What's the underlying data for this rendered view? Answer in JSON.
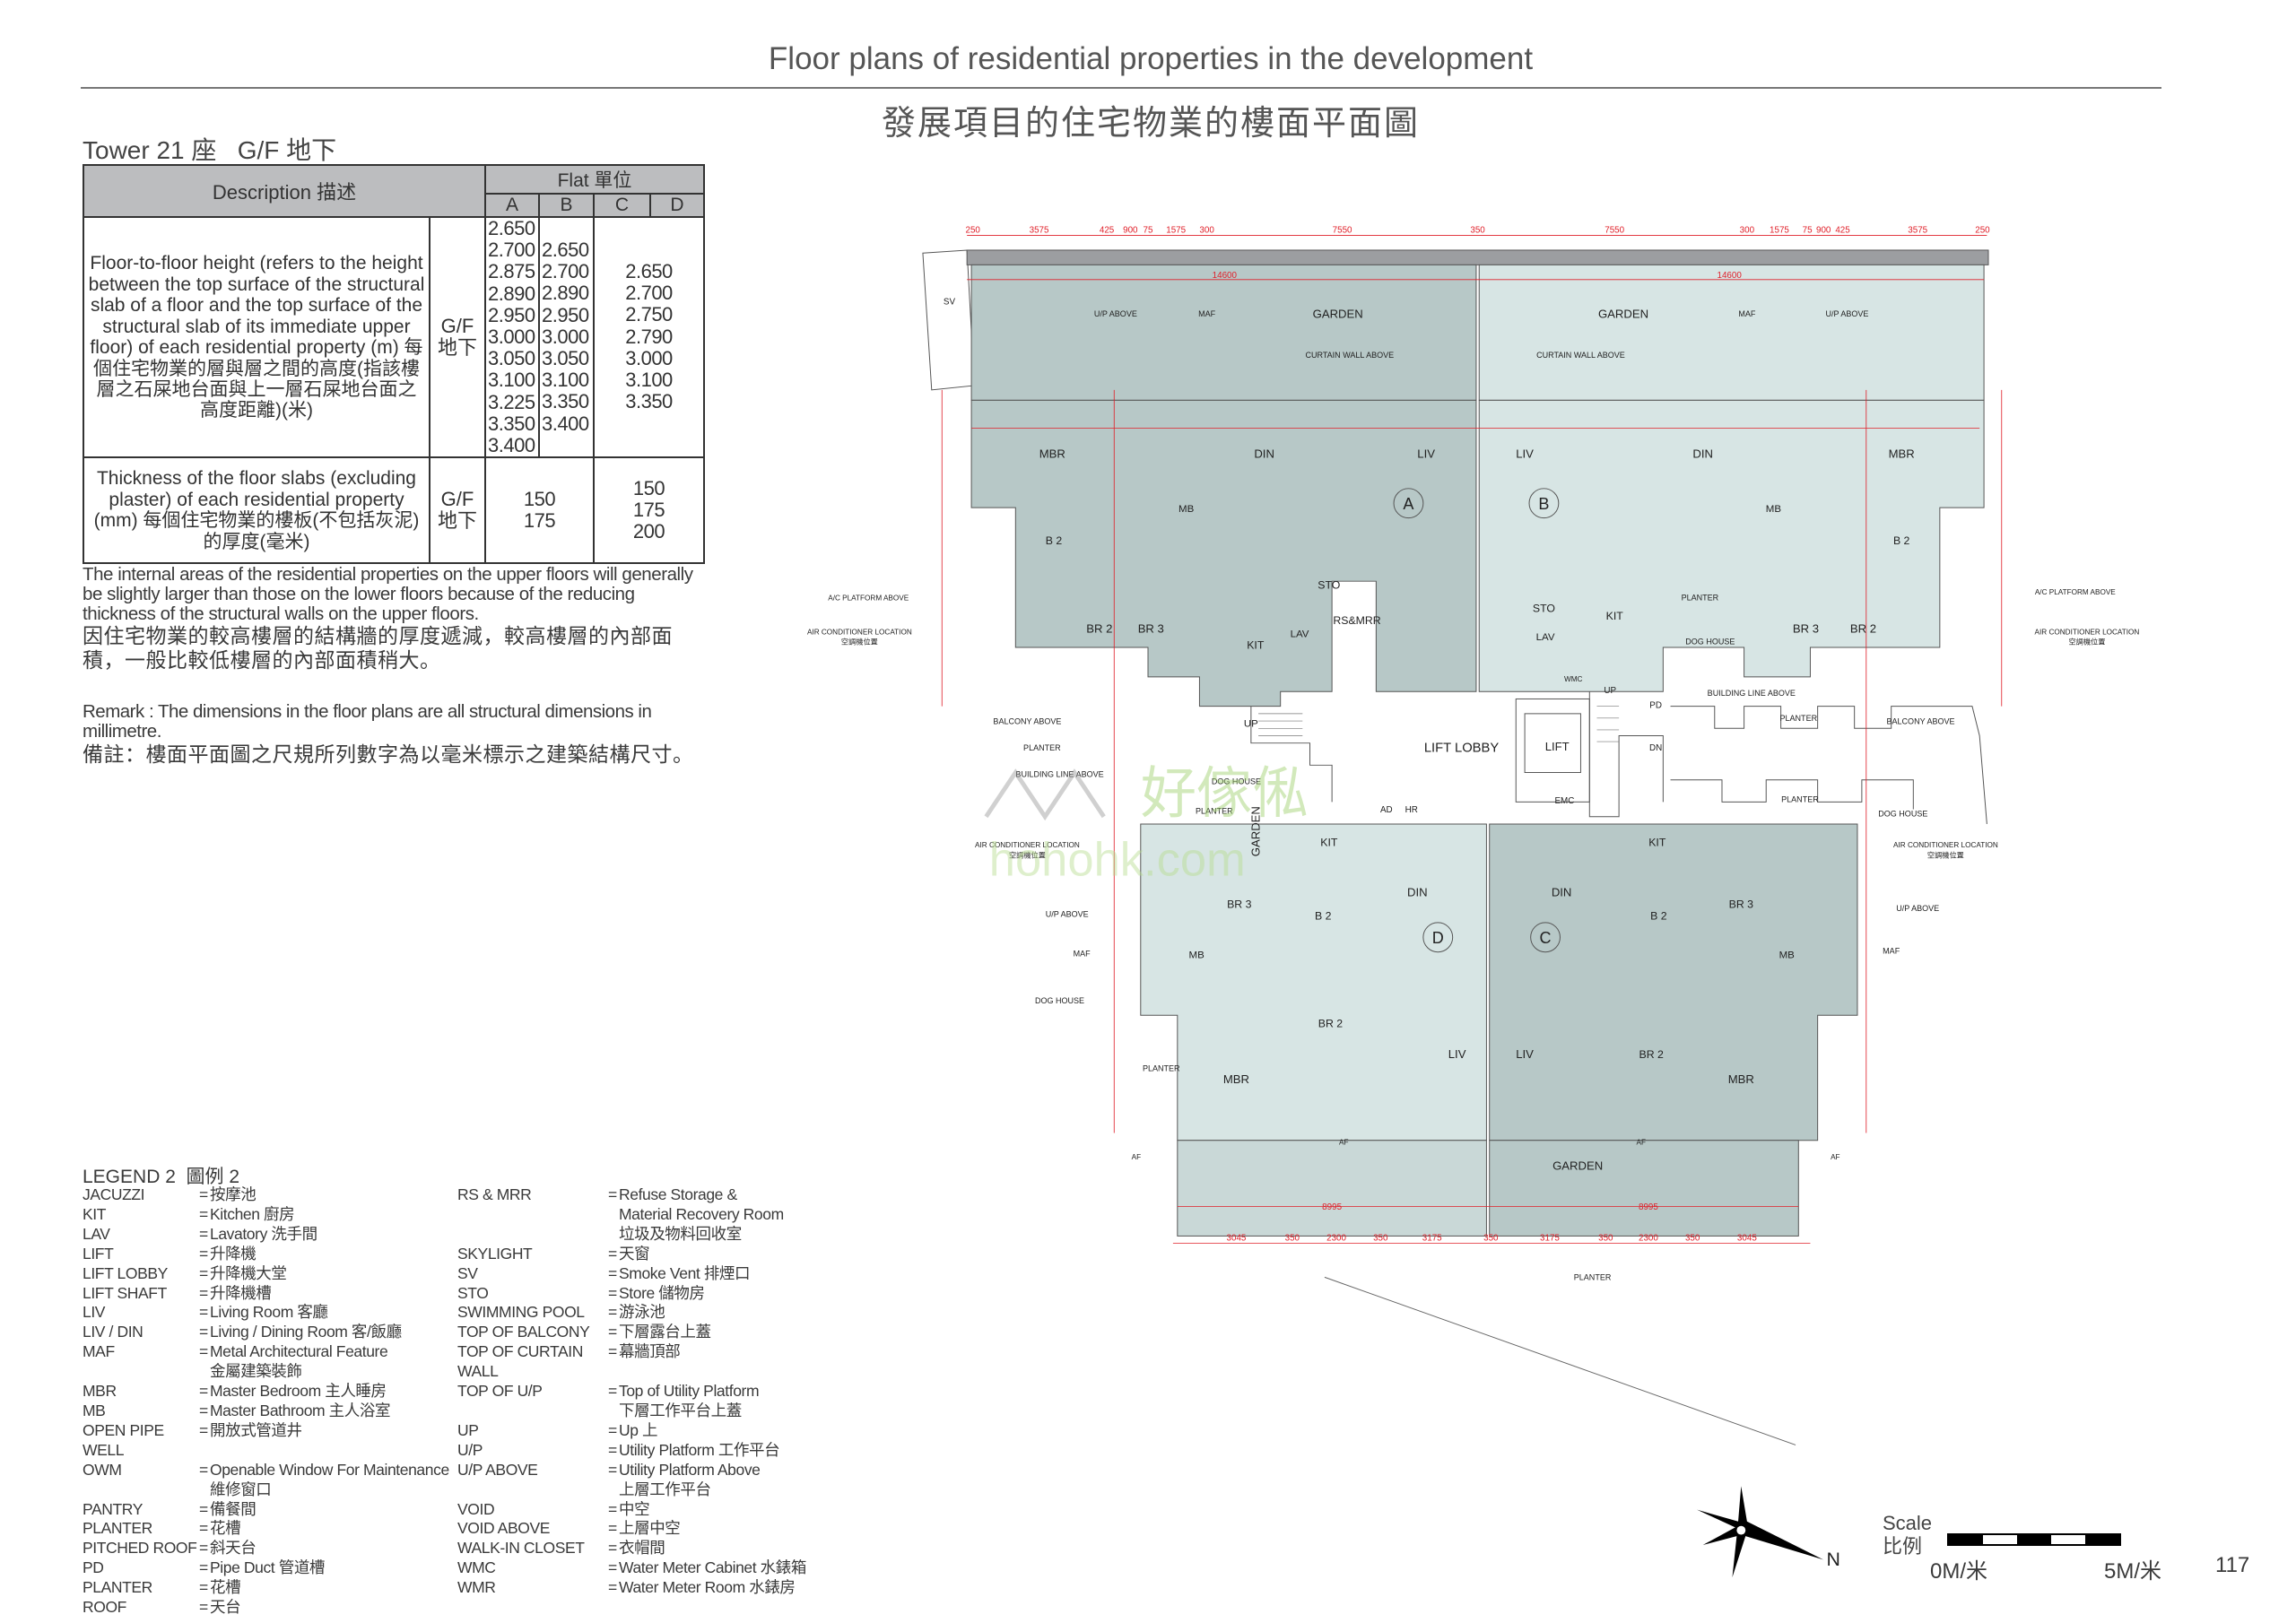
{
  "header": {
    "title_en": "Floor plans of residential properties in the development",
    "title_zh": "發展項目的住宅物業的樓面平面圖"
  },
  "tower_heading": "Tower 21 座   G/F 地下",
  "table": {
    "desc_header": "Description 描述",
    "flat_header": "Flat 單位",
    "flats": [
      "A",
      "B",
      "C",
      "D"
    ],
    "rows": [
      {
        "description": "Floor-to-floor height (refers to the height between the top surface of the structural slab of a floor and the top surface of the structural slab of its immediate upper floor) of each residential property (m) 每個住宅物業的層與層之間的高度(指該樓層之石屎地台面與上一層石屎地台面之高度距離)(米)",
        "floor": "G/F 地下",
        "A": "2.650\n2.700\n2.875\n2.890\n2.950\n3.000\n3.050\n3.100\n3.225\n3.350\n3.400",
        "B": "2.650\n2.700\n2.890\n2.950\n3.000\n3.050\n3.100\n3.350\n3.400",
        "CD": "2.650\n2.700\n2.750\n2.790\n3.000\n3.100\n3.350"
      },
      {
        "description": "Thickness of the floor slabs (excluding plaster) of each residential property (mm) 每個住宅物業的樓板(不包括灰泥)的厚度(毫米)",
        "floor": "G/F 地下",
        "AB": "150\n175",
        "CD": "150\n175\n200"
      }
    ]
  },
  "note": {
    "en": "The internal areas of the residential properties on the upper floors will generally be slightly larger than those on the lower floors because of the reducing thickness of the structural walls on the upper floors.",
    "zh": "因住宅物業的較高樓層的結構牆的厚度遞減，較高樓層的內部面積，一般比較低樓層的內部面積稍大。"
  },
  "remark": {
    "en": "Remark : The dimensions in the floor plans are all structural dimensions in millimetre.",
    "zh": "備註：樓面平面圖之尺規所列數字為以毫米標示之建築結構尺寸。"
  },
  "legend": {
    "title": "LEGEND 2  圖例 2",
    "col1": [
      {
        "abbr": "JACUZZI",
        "meaning": [
          "按摩池"
        ]
      },
      {
        "abbr": "KIT",
        "meaning": [
          "Kitchen 廚房"
        ]
      },
      {
        "abbr": "LAV",
        "meaning": [
          "Lavatory 洗手間"
        ]
      },
      {
        "abbr": "LIFT",
        "meaning": [
          "升降機"
        ]
      },
      {
        "abbr": "LIFT LOBBY",
        "meaning": [
          "升降機大堂"
        ]
      },
      {
        "abbr": "LIFT SHAFT",
        "meaning": [
          "升降機槽"
        ]
      },
      {
        "abbr": "LIV",
        "meaning": [
          "Living Room 客廳"
        ]
      },
      {
        "abbr": "LIV / DIN",
        "meaning": [
          "Living / Dining Room 客/飯廳"
        ]
      },
      {
        "abbr": "MAF",
        "meaning": [
          "Metal Architectural Feature",
          "金屬建築裝飾"
        ]
      },
      {
        "abbr": "MBR",
        "meaning": [
          "Master Bedroom 主人睡房"
        ]
      },
      {
        "abbr": "MB",
        "meaning": [
          "Master Bathroom 主人浴室"
        ]
      },
      {
        "abbr": "OPEN PIPE WELL",
        "meaning": [
          "開放式管道井"
        ]
      },
      {
        "abbr": "OWM",
        "meaning": [
          "Openable Window For Maintenance",
          "維修窗口"
        ]
      },
      {
        "abbr": "PANTRY",
        "meaning": [
          "備餐間"
        ]
      },
      {
        "abbr": "PLANTER",
        "meaning": [
          "花槽"
        ]
      },
      {
        "abbr": "PITCHED ROOF",
        "meaning": [
          "斜天台"
        ]
      },
      {
        "abbr": "PD",
        "meaning": [
          "Pipe Duct 管道槽"
        ]
      },
      {
        "abbr": "PLANTER",
        "meaning": [
          "花槽"
        ]
      },
      {
        "abbr": "ROOF",
        "meaning": [
          "天台"
        ]
      }
    ],
    "col2": [
      {
        "abbr": "RS & MRR",
        "meaning": [
          "Refuse Storage &",
          "Material Recovery Room",
          "垃圾及物料回收室"
        ]
      },
      {
        "abbr": "SKYLIGHT",
        "meaning": [
          "天窗"
        ]
      },
      {
        "abbr": "SV",
        "meaning": [
          "Smoke Vent 排煙口"
        ]
      },
      {
        "abbr": "STO",
        "meaning": [
          "Store 儲物房"
        ]
      },
      {
        "abbr": "SWIMMING POOL",
        "meaning": [
          "游泳池"
        ]
      },
      {
        "abbr": "TOP OF BALCONY",
        "meaning": [
          "下層露台上蓋"
        ]
      },
      {
        "abbr": "TOP OF CURTAIN WALL",
        "meaning": [
          "幕牆頂部"
        ]
      },
      {
        "abbr": "TOP OF U/P",
        "meaning": [
          "Top of Utility Platform",
          "下層工作平台上蓋"
        ]
      },
      {
        "abbr": "UP",
        "meaning": [
          "Up 上"
        ]
      },
      {
        "abbr": "U/P",
        "meaning": [
          "Utility Platform 工作平台"
        ]
      },
      {
        "abbr": "U/P ABOVE",
        "meaning": [
          "Utility Platform Above",
          "上層工作平台"
        ]
      },
      {
        "abbr": "VOID",
        "meaning": [
          "中空"
        ]
      },
      {
        "abbr": "VOID ABOVE",
        "meaning": [
          "上層中空"
        ]
      },
      {
        "abbr": "WALK-IN CLOSET",
        "meaning": [
          "衣帽間"
        ]
      },
      {
        "abbr": "WMC",
        "meaning": [
          "Water Meter Cabinet 水錶箱"
        ]
      },
      {
        "abbr": "WMR",
        "meaning": [
          "Water Meter Room 水錶房"
        ]
      }
    ]
  },
  "plan": {
    "labels": [
      "GARDEN",
      "GARDEN",
      "CURTAIN WALL ABOVE",
      "CURTAIN WALL ABOVE",
      "U/P ABOVE",
      "MAF",
      "MAF",
      "U/P ABOVE",
      "SV",
      "MBR",
      "DIN",
      "LIV",
      "LIV",
      "DIN",
      "MBR",
      "MB",
      "MB",
      "A",
      "B",
      "B 2",
      "B 2",
      "STO",
      "STO",
      "RS&MRR",
      "KIT",
      "KIT",
      "LAV",
      "LAV",
      "BR 2",
      "BR 3",
      "BR 3",
      "BR 2",
      "PLANTER",
      "DOG HOUSE",
      "A/C PLATFORM ABOVE",
      "A/C PLATFORM ABOVE",
      "AIR CONDITIONER LOCATION",
      "空調機位置",
      "AIR CONDITIONER LOCATION",
      "空調機位置",
      "BALCONY ABOVE",
      "BALCONY ABOVE",
      "BUILDING LINE ABOVE",
      "PLANTER",
      "UP",
      "LIFT LOBBY",
      "LIFT",
      "WMC",
      "UP",
      "PD",
      "DN",
      "EMC",
      "PLANTER",
      "BUILDING LINE ABOVE",
      "DOG HOUSE",
      "PLANTER",
      "AD",
      "HR",
      "PLANTER",
      "DOG HOUSE",
      "AIR CONDITIONER LOCATION",
      "空調機位置",
      "AIR CONDITIONER LOCATION",
      "空調機位置",
      "KIT",
      "KIT",
      "DIN",
      "DIN",
      "D",
      "C",
      "BR 3",
      "B 2",
      "B 2",
      "BR 3",
      "U/P ABOVE",
      "U/P ABOVE",
      "MAF",
      "MAF",
      "MB",
      "MB",
      "DOG HOUSE",
      "BR 2",
      "BR 2",
      "LIV",
      "LIV",
      "MBR",
      "MBR",
      "PLANTER",
      "GARDEN",
      "GARDEN",
      "PLANTER",
      "AF",
      "AF",
      "AF",
      "AF"
    ],
    "dims_top": [
      "250",
      "3575",
      "425",
      "900",
      "75",
      "1575",
      "300",
      "7550",
      "350",
      "7550",
      "300",
      "1575",
      "75",
      "900",
      "425",
      "3575",
      "250"
    ],
    "dims_span": [
      "14600",
      "14600"
    ],
    "dims_bottom": [
      "3045",
      "350",
      "2300",
      "350",
      "3175",
      "350",
      "3175",
      "350",
      "2300",
      "350",
      "3045"
    ],
    "dims_bottom_span": [
      "8995",
      "8995"
    ],
    "colors": {
      "flat_dark": "#b7c8c7",
      "flat_light": "#d7e5e4",
      "wall": "#9c9ea1",
      "dimension": "#e0202a"
    }
  },
  "watermark": {
    "logo": "好傢俬",
    "site": "hohohk.com"
  },
  "compass": {
    "north": "N"
  },
  "scale": {
    "label": "Scale\n比例",
    "start": "0M/米",
    "end": "5M/米"
  },
  "page_number": "117"
}
